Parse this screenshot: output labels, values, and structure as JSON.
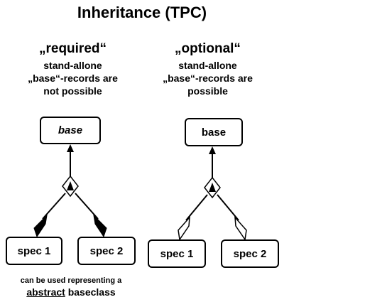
{
  "title": "Inheritance (TPC)",
  "required": {
    "heading": "„required“",
    "lines": [
      "stand-allone",
      "„base“-records are",
      "not possible"
    ],
    "base_label": "base",
    "spec1_label": "spec 1",
    "spec2_label": "spec 2"
  },
  "optional": {
    "heading": "„optional“",
    "lines": [
      "stand-allone",
      "„base“-records are",
      "possible"
    ],
    "base_label": "base",
    "spec1_label": "spec 1",
    "spec2_label": "spec 2"
  },
  "note": {
    "line1": "can be used representing a",
    "abstract_word": "abstract",
    "rest": " baseclass"
  }
}
